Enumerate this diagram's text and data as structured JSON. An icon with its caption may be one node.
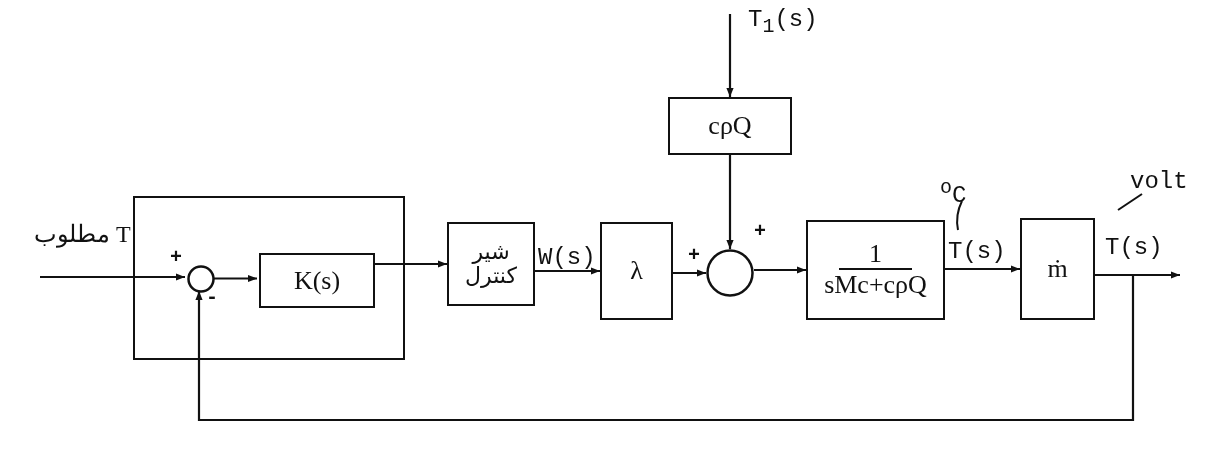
{
  "diagram": {
    "nodes": [
      {
        "text": [],
        "shape": "box"
      },
      {
        "text": [],
        "shape": "circle",
        "in": 0
      },
      {
        "text": [
          "K(s)"
        ],
        "in": 0
      },
      {
        "text": [
          "شیر کنترل"
        ]
      },
      {
        "text": [
          "λ"
        ]
      },
      {
        "text": [],
        "shape": "circle"
      },
      {
        "text": [
          "cρQ"
        ]
      },
      {
        "text": [
          "1",
          "sMc+cρQ"
        ]
      },
      {
        "text": [
          "ṁ"
        ]
      }
    ],
    "edges": [
      {
        "from": null,
        "to": 1,
        "arrow": "to",
        "label": "T مطلوب"
      },
      {
        "from": 1,
        "to": 2,
        "arrow": "to"
      },
      {
        "from": 2,
        "to": 3,
        "arrow": "to"
      },
      {
        "from": 3,
        "to": 4,
        "arrow": "to",
        "label": "W(s)"
      },
      {
        "from": 4,
        "to": 5,
        "arrow": "to"
      },
      {
        "from": 6,
        "to": 5,
        "arrow": "to"
      },
      {
        "from": null,
        "to": 6,
        "arrow": "to",
        "label": "T$_{1}$(s)"
      },
      {
        "from": 5,
        "to": 7,
        "arrow": "to"
      },
      {
        "from": 7,
        "to": 8,
        "arrow": "to",
        "label": "T(s)"
      },
      {
        "from": 8,
        "to": null,
        "arrow": "to",
        "label": "T(s)"
      },
      {
        "from": 8,
        "to": 1,
        "arrow": "to"
      }
    ],
    "labels": [
      "+",
      "-",
      "+",
      "+",
      "$^{o}$C",
      "volt"
    ]
  }
}
